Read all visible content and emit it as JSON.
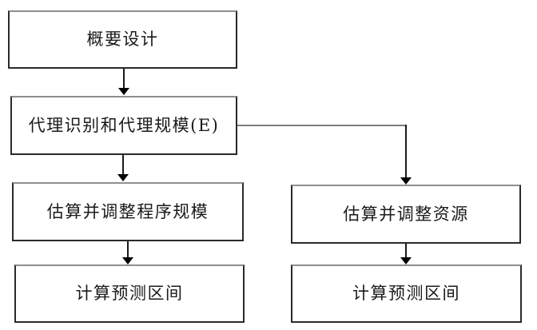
{
  "figure": {
    "type": "flowchart",
    "background": "#ffffff",
    "colors": {
      "box_fill": "#ffffff",
      "box_border_top": "#8f8f8f",
      "box_border_sides": "#2a2a2a",
      "arrow_line": "#1a1a1a",
      "branch_connector": "#7d7d7d",
      "text": "#1a1a1a"
    },
    "nodes": [
      {
        "id": "overview-design",
        "label": "概要设计"
      },
      {
        "id": "proxy-identification-and-scale",
        "label": "代理识别和代理规模(E)"
      },
      {
        "id": "estimate-adjust-program-size",
        "label": "估算并调整程序规模"
      },
      {
        "id": "estimate-adjust-resources",
        "label": "估算并调整资源"
      },
      {
        "id": "compute-prediction-interval-left",
        "label": "计算预测区间"
      },
      {
        "id": "compute-prediction-interval-right",
        "label": "计算预测区间"
      }
    ],
    "edges": [
      {
        "from": "overview-design",
        "to": "proxy-identification-and-scale",
        "style": "straight-down-arrow"
      },
      {
        "from": "proxy-identification-and-scale",
        "to": "estimate-adjust-program-size",
        "style": "straight-down-arrow"
      },
      {
        "from": "proxy-identification-and-scale",
        "to": "estimate-adjust-resources",
        "style": "right-then-down-arrow"
      },
      {
        "from": "estimate-adjust-program-size",
        "to": "compute-prediction-interval-left",
        "style": "straight-down-arrow"
      },
      {
        "from": "estimate-adjust-resources",
        "to": "compute-prediction-interval-right",
        "style": "straight-down-arrow"
      }
    ]
  }
}
